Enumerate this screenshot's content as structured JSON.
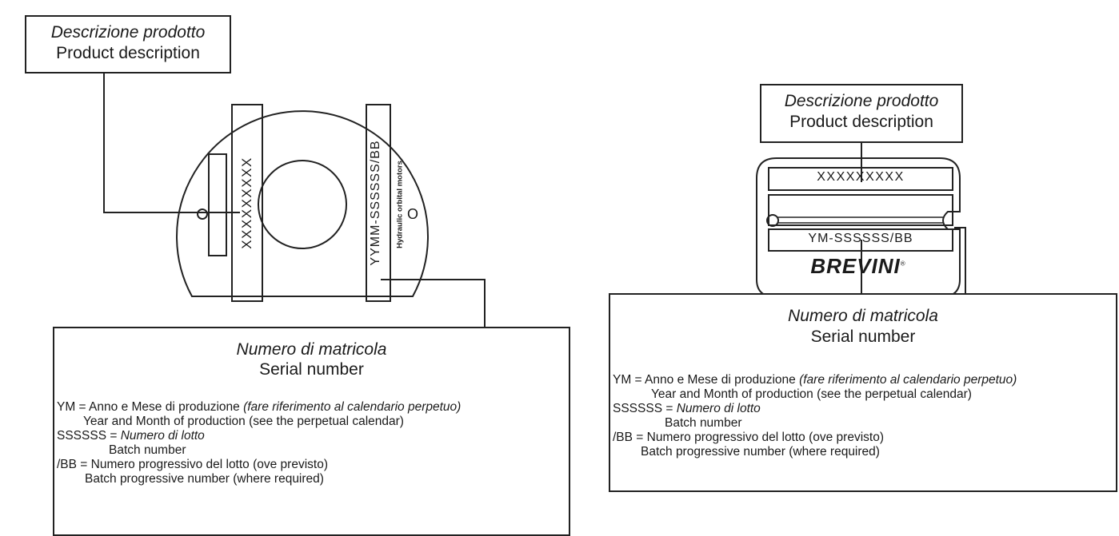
{
  "left": {
    "desc_it": "Descrizione prodotto",
    "desc_en": "Product description",
    "code": "XXXXXXXXX",
    "serial": "YYMM-SSSSSS/BB",
    "brand_small": "Hydraulic orbital motors",
    "circle_letter": "O",
    "serial_title_it": "Numero di matricola",
    "serial_title_en": "Serial number",
    "lines": {
      "ym_a": "YM = Anno e Mese di produzione ",
      "ym_b": "(fare riferimento al calendario perpetuo)",
      "ym_en": "Year and Month of production (see the perpetual calendar)",
      "ss_a": "SSSSSS = ",
      "ss_b": "Numero di lotto",
      "ss_en": "Batch number",
      "bb_it": "/BB = Numero progressivo del lotto (ove previsto)",
      "bb_en": "Batch progressive number (where required)"
    }
  },
  "right": {
    "desc_it": "Descrizione prodotto",
    "desc_en": "Product description",
    "code": "XXXXXXXXX",
    "serial": "YM-SSSSSS/BB",
    "brand": "BREVINI",
    "reg": "®",
    "serial_title_it": "Numero di matricola",
    "serial_title_en": "Serial number",
    "lines": {
      "ym_a": "YM = Anno e Mese di produzione ",
      "ym_b": "(fare riferimento al calendario perpetuo)",
      "ym_en": "Year and Month of production (see the perpetual calendar)",
      "ss_a": "SSSSSS = ",
      "ss_b": "Numero di lotto",
      "ss_en": "Batch number",
      "bb_it": "/BB = Numero progressivo del lotto (ove previsto)",
      "bb_en": "Batch progressive number (where required)"
    }
  }
}
